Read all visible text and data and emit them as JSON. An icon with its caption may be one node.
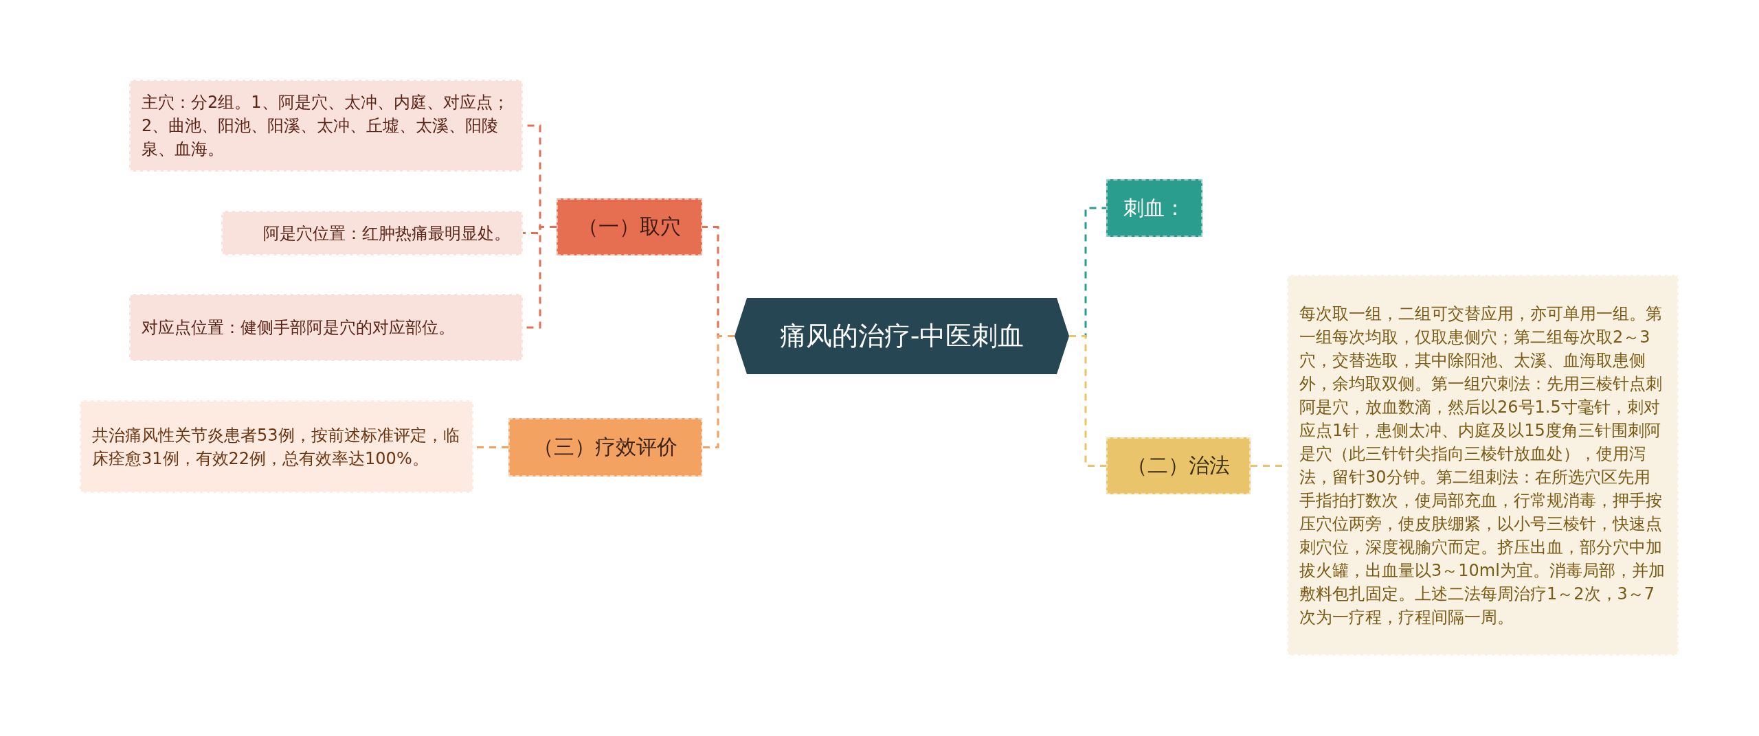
{
  "diagram": {
    "nodes": [
      {
        "text": [
          "痛风的治疗-中医刺血"
        ]
      },
      {
        "text": [
          "（一）取穴"
        ]
      },
      {
        "text": [
          "主穴：分2组。1、阿是穴、太冲、内庭、对应点；2、曲池、阳池、阳溪、太冲、丘墟、太溪、阳陵泉、血海。"
        ]
      },
      {
        "text": [
          "阿是穴位置：红肿热痛最明显处。"
        ]
      },
      {
        "text": [
          "对应点位置：健侧手部阿是穴的对应部位。"
        ]
      },
      {
        "text": [
          "（三）疗效评价"
        ]
      },
      {
        "text": [
          "共治痛风性关节炎患者53例，按前述标准评定，临床痊愈31例，有效22例，总有效率达100%。"
        ]
      },
      {
        "text": [
          "刺血："
        ]
      },
      {
        "text": [
          "（二）治法"
        ]
      },
      {
        "text": [
          "每次取一组，二组可交替应用，亦可单用一组。第一组每次均取，仅取患侧穴；第二组每次取2～3穴，交替选取，其中除阳池、太溪、血海取患侧外，余均取双侧。第一组穴刺法：先用三棱针点刺阿是穴，放血数滴，然后以26号1.5寸毫针，刺对应点1针，患侧太冲、内庭及以15度角三针围刺阿是穴（此三针针尖指向三棱针放血处），使用泻法，留针30分钟。第二组刺法：在所选穴区先用手指拍打数次，使局部充血，行常规消毒，押手按压穴位两旁，使皮肤绷紧，以小号三棱针，快速点刺穴位，深度视腧穴而定。挤压出血，部分穴中加拔火罐，出血量以3～10ml为宜。消毒局部，并加敷料包扎固定。上述二法每周治疗1～2次，3～7次为一疗程，疗程间隔一周。"
        ]
      }
    ],
    "edges": [
      {
        "from": 0,
        "to": 1,
        "arrow": "none",
        "style": "dashed",
        "color": "#e76f51"
      },
      {
        "from": 1,
        "to": 2,
        "arrow": "none",
        "style": "dashed",
        "color": "#e76f51"
      },
      {
        "from": 1,
        "to": 3,
        "arrow": "none",
        "style": "dashed",
        "color": "#e76f51"
      },
      {
        "from": 1,
        "to": 4,
        "arrow": "none",
        "style": "dashed",
        "color": "#e76f51"
      },
      {
        "from": 0,
        "to": 5,
        "arrow": "none",
        "style": "dashed",
        "color": "#f4a261"
      },
      {
        "from": 5,
        "to": 6,
        "arrow": "none",
        "style": "dashed",
        "color": "#f4a261"
      },
      {
        "from": 0,
        "to": 7,
        "arrow": "none",
        "style": "dashed",
        "color": "#2a9d8f"
      },
      {
        "from": 0,
        "to": 8,
        "arrow": "none",
        "style": "dashed",
        "color": "#e9c46a"
      },
      {
        "from": 8,
        "to": 9,
        "arrow": "none",
        "style": "dashed",
        "color": "#e9c46a"
      }
    ]
  }
}
